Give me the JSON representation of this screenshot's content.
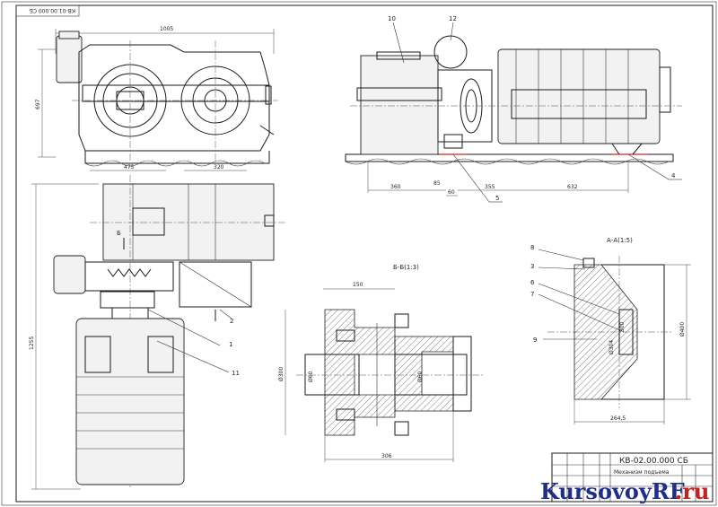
{
  "stamp_corner": "КВ-01.00.000 СБ",
  "title_block": {
    "code": "КВ-02.00.000 СБ",
    "name": "Механизм подъема"
  },
  "dimensions": {
    "top_left_width": "1005",
    "top_left_height": "697",
    "top_left_d1": "475",
    "top_left_d2": "320",
    "top_right_d1": "360",
    "top_right_d2": "85",
    "top_right_d3": "60",
    "top_right_d4": "355",
    "top_right_d5": "632",
    "plan_height": "1255",
    "section_b_width": "150",
    "section_b_height": "Ø300",
    "section_b_bottom": "306",
    "section_b_d1": "Ø60",
    "section_b_d2": "Ø60",
    "section_a_height": "Ø400",
    "section_a_bottom": "264,5",
    "section_a_inner": "Ø304",
    "section_a_small": "300"
  },
  "section_labels": {
    "b_b": "Б-Б(1:3)",
    "a_a": "А-А(1:5)",
    "b_mark_1": "Б",
    "b_mark_2": "Б"
  },
  "leaders": {
    "l10": "10",
    "l12": "12",
    "l4": "4",
    "l5": "5",
    "l2": "2",
    "l1": "1",
    "l11": "11",
    "l8": "8",
    "l3": "3",
    "l6": "6",
    "l7": "7",
    "l9": "9"
  },
  "watermark": {
    "part1": "KursovoyRF",
    "part2": ".ru"
  },
  "colors": {
    "line": "#1a1a1a",
    "accent_red": "#d22222",
    "watermark_blue": "#1e2f8a",
    "watermark_red": "#c51f1f"
  }
}
